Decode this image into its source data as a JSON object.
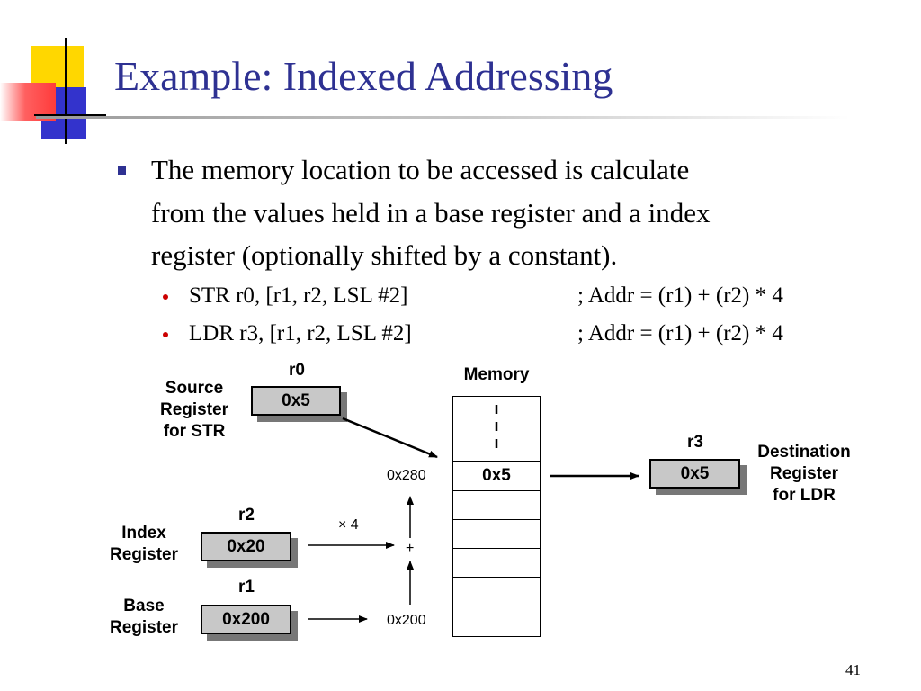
{
  "slide": {
    "title": "Example: Indexed Addressing",
    "page_number": "41"
  },
  "bullets": {
    "main_line1": "The memory location to be accessed is calculate",
    "main_line2": "from the values held in a base register and a index",
    "main_line3": "register (optionally shifted by a constant).",
    "sub": [
      {
        "instr": "STR r0, [r1, r2, LSL #2]",
        "comment": "; Addr = (r1) + (r2) * 4"
      },
      {
        "instr": "LDR r3, [r1, r2, LSL #2]",
        "comment": "; Addr = (r1) + (r2) * 4"
      }
    ]
  },
  "diagram": {
    "r0": {
      "name": "r0",
      "value": "0x5",
      "desc": [
        "Source",
        "Register",
        "for STR"
      ]
    },
    "r2": {
      "name": "r2",
      "value": "0x20",
      "desc": [
        "Index",
        "Register"
      ]
    },
    "r1": {
      "name": "r1",
      "value": "0x200",
      "desc": [
        "Base",
        "Register"
      ]
    },
    "r3": {
      "name": "r3",
      "value": "0x5",
      "desc": [
        "Destination",
        "Register",
        "for LDR"
      ]
    },
    "memory": {
      "title": "Memory",
      "cell_value": "0x5"
    },
    "addr_top": "0x280",
    "addr_bottom": "0x200",
    "times_four": "× 4",
    "plus": "+"
  },
  "colors": {
    "title": "#2e3192",
    "square_bullet": "#2e3192",
    "dot_bullet": "#cc0000",
    "register_fill": "#c8c8c8",
    "deco_yellow": "#ffd700",
    "deco_blue": "#3333cc",
    "deco_red": "#ff3b3b"
  }
}
